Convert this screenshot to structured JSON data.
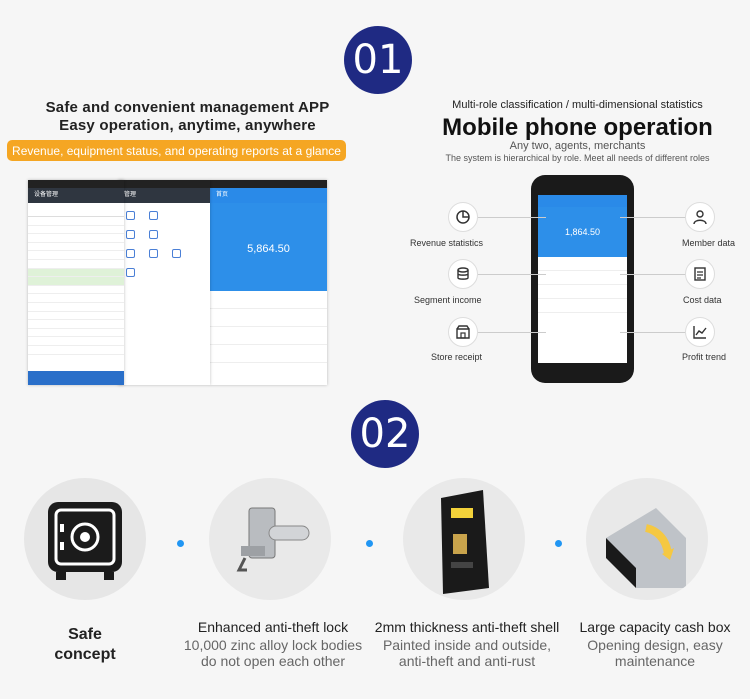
{
  "section1": {
    "badge": "01",
    "left": {
      "title_line1": "Safe and convenient management APP",
      "title_line2": "Easy operation, anytime, anywhere",
      "pill": "Revenue, equipment status, and operating reports at a glance",
      "screen1_title": "设备管理",
      "screen2_title": "管理",
      "screen3_title": "首页",
      "screen3_value": "5,864.50"
    },
    "right": {
      "line1": "Multi-role classification / multi-dimensional statistics",
      "headline": "Mobile phone operation",
      "line3": "Any two, agents, merchants",
      "line4": "The system is hierarchical by role. Meet all needs of different roles",
      "phone_value": "1,864.50",
      "features": {
        "revenue": "Revenue statistics",
        "segment": "Segment income",
        "store": "Store receipt",
        "member": "Member data",
        "cost": "Cost data",
        "profit": "Profit trend"
      }
    }
  },
  "section2": {
    "badge": "02",
    "safe_line1": "Safe",
    "safe_line2": "concept",
    "items": [
      {
        "title": "Enhanced anti-theft lock",
        "desc1": "10,000 zinc alloy lock bodies",
        "desc2": "do not open each other"
      },
      {
        "title": "2mm thickness anti-theft shell",
        "desc1": "Painted inside and outside,",
        "desc2": "anti-theft and anti-rust"
      },
      {
        "title": "Large capacity cash box",
        "desc1": "Opening design, easy",
        "desc2": "maintenance"
      }
    ]
  },
  "colors": {
    "badge": "#1f2a83",
    "pill": "#f5a623",
    "app_blue": "#2a8ae8",
    "dot": "#2196f3"
  },
  "icons": [
    "pie-chart-icon",
    "coins-icon",
    "store-icon",
    "user-icon",
    "document-icon",
    "trend-icon",
    "safe-icon"
  ]
}
